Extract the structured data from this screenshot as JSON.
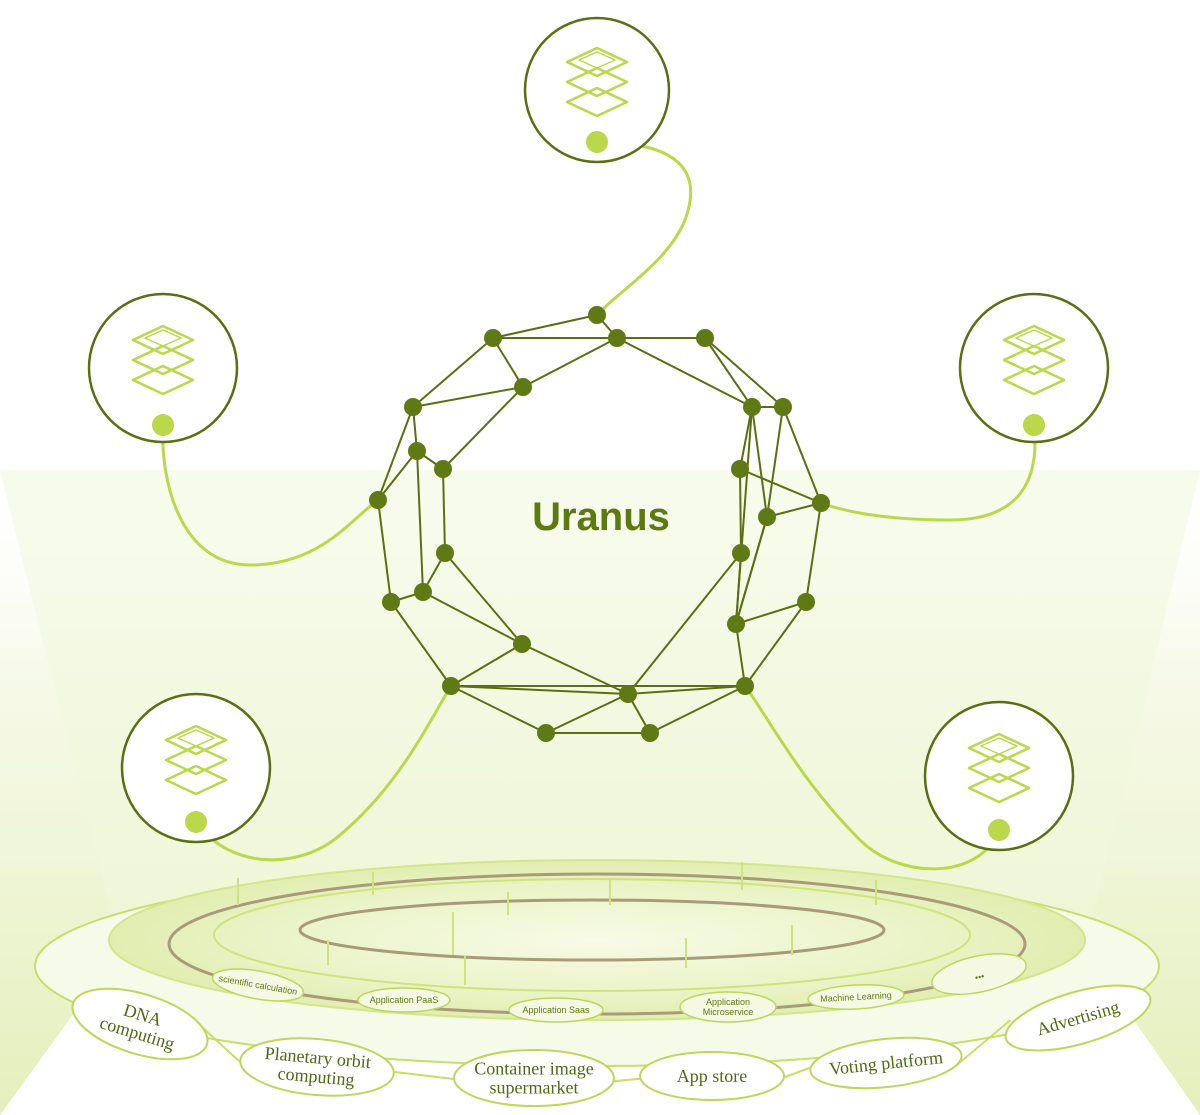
{
  "center": {
    "title": "Uranus"
  },
  "inner_ring_items": [
    {
      "id": "scientific",
      "lines": [
        "scientific calculation"
      ]
    },
    {
      "id": "paas",
      "lines": [
        "Application PaaS"
      ]
    },
    {
      "id": "saas",
      "lines": [
        "Application  Saas"
      ]
    },
    {
      "id": "microservice",
      "lines": [
        "Application",
        "Microservice"
      ]
    },
    {
      "id": "ml",
      "lines": [
        "Machine Learning"
      ]
    },
    {
      "id": "more",
      "lines": [
        "•••"
      ]
    }
  ],
  "outer_ring_items": [
    {
      "id": "dna",
      "lines": [
        "DNA",
        "computing"
      ]
    },
    {
      "id": "orbit",
      "lines": [
        "Planetary orbit",
        "computing"
      ]
    },
    {
      "id": "container",
      "lines": [
        "Container image",
        "supermarket"
      ]
    },
    {
      "id": "appstore",
      "lines": [
        "App store"
      ]
    },
    {
      "id": "voting",
      "lines": [
        "Voting platform"
      ]
    },
    {
      "id": "advertising",
      "lines": [
        "Advertising"
      ]
    }
  ],
  "satellites": [
    {
      "id": "top",
      "icon": "layers-icon"
    },
    {
      "id": "left",
      "icon": "layers-icon"
    },
    {
      "id": "right",
      "icon": "layers-icon"
    },
    {
      "id": "bottom-left",
      "icon": "layers-icon"
    },
    {
      "id": "bottom-right",
      "icon": "layers-icon"
    }
  ],
  "colors": {
    "dark_olive": "#5a6f12",
    "lime": "#b9d84a",
    "node": "#5f7a14",
    "ring_brown": "#a99a78",
    "glow": "#eef5d2"
  }
}
